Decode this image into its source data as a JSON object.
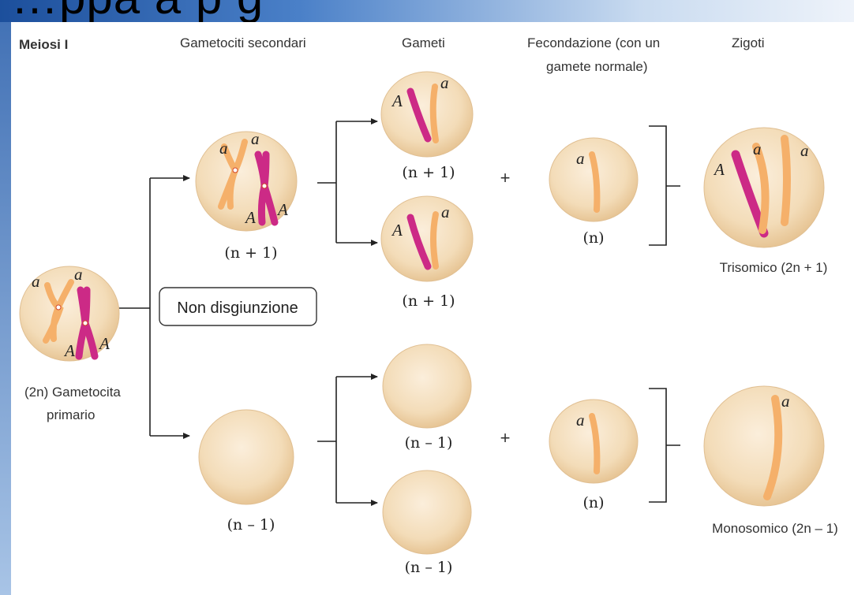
{
  "banner": {
    "text": "…ppa a p      g"
  },
  "headers": {
    "meiosis": "Meiosi I",
    "secondary": "Gametociti secondari",
    "gametes": "Gameti",
    "fertilization_line1": "Fecondazione (con un",
    "fertilization_line2": "gamete normale)",
    "zygotes": "Zigoti"
  },
  "primary": {
    "label_line1": "(2n) Gametocita",
    "label_line2": "primario"
  },
  "nondisjunction": "Non disgiunzione",
  "labels": {
    "n_plus_1": "(n + 1)",
    "n_minus_1": "(n – 1)",
    "n": "(n)",
    "plus": "+"
  },
  "alleles": {
    "upper": "a",
    "upper_capital": "A"
  },
  "zygotes": {
    "trisomic": "Trisomico (2n + 1)",
    "monosomic": "Monosomico (2n – 1)"
  },
  "colors": {
    "cell_fill": "#f3dcb8",
    "cell_edge": "#e2c49a",
    "chrom_orange": "#f5b06a",
    "chrom_magenta": "#cc2a86",
    "arrow": "#222222"
  }
}
